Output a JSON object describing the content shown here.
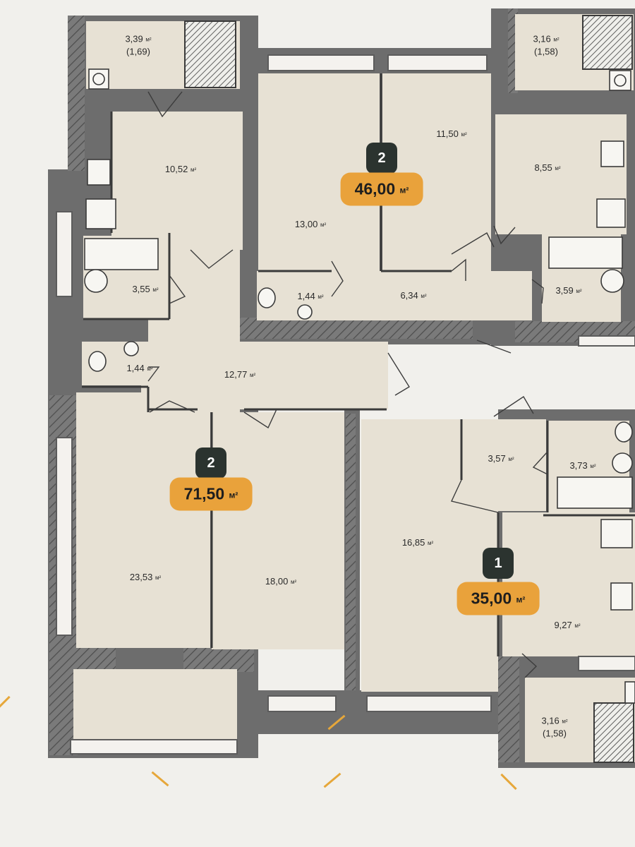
{
  "unit_suffix": "м²",
  "rooms": {
    "r01": {
      "area": "3,39",
      "sub": "(1,69)"
    },
    "r02": {
      "area": "10,52"
    },
    "r03": {
      "area": "3,55"
    },
    "r04": {
      "area": "1,44"
    },
    "r05": {
      "area": "12,77"
    },
    "r06": {
      "area": "23,53"
    },
    "r07": {
      "area": "18,00"
    },
    "r08": {
      "area": "13,00"
    },
    "r09": {
      "area": "11,50"
    },
    "r10": {
      "area": "1,44"
    },
    "r11": {
      "area": "6,34"
    },
    "r12": {
      "area": "3,16",
      "sub": "(1,58)"
    },
    "r13": {
      "area": "8,55"
    },
    "r14": {
      "area": "3,59"
    },
    "r15": {
      "area": "16,85"
    },
    "r16": {
      "area": "3,57"
    },
    "r17": {
      "area": "3,73"
    },
    "r18": {
      "area": "9,27"
    },
    "r19": {
      "area": "3,16",
      "sub": "(1,58)"
    }
  },
  "apartments": [
    {
      "rooms": "2",
      "total": "46,00"
    },
    {
      "rooms": "2",
      "total": "71,50"
    },
    {
      "rooms": "1",
      "total": "35,00"
    }
  ],
  "colors": {
    "badge_dark": "#2b332f",
    "badge_accent": "#e9a23b",
    "wall": "#6d6d6d",
    "floor": "#e7e1d4"
  }
}
